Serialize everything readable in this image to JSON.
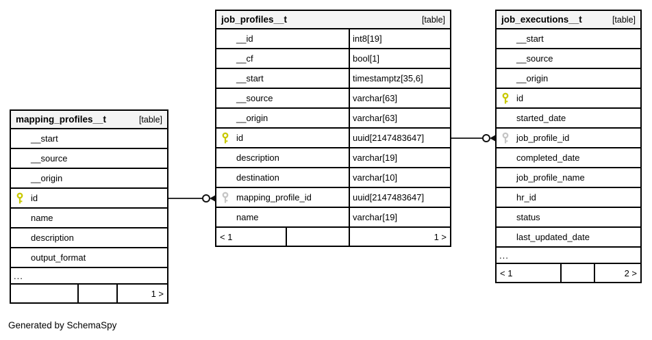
{
  "page": {
    "generated_by": "Generated by SchemaSpy"
  },
  "colors": {
    "primary_key_icon": "#c9c900",
    "foreign_key_icon": "#c6c6c6",
    "header_background": "#f4f4f4",
    "border": "#000000",
    "connector": "#2d2d2d"
  },
  "tables": [
    {
      "name": "mapping_profiles__t",
      "badge": "[table]",
      "columns": [
        {
          "name": "__start"
        },
        {
          "name": "__source"
        },
        {
          "name": "__origin"
        },
        {
          "name": "id",
          "key": "primary"
        },
        {
          "name": "name"
        },
        {
          "name": "description"
        },
        {
          "name": "output_format"
        }
      ],
      "ellipsis": "...",
      "pager": {
        "left": "",
        "middle": "",
        "right": "1 >"
      }
    },
    {
      "name": "job_profiles__t",
      "badge": "[table]",
      "columns": [
        {
          "name": "__id",
          "type": "int8[19]"
        },
        {
          "name": "__cf",
          "type": "bool[1]"
        },
        {
          "name": "__start",
          "type": "timestamptz[35,6]"
        },
        {
          "name": "__source",
          "type": "varchar[63]"
        },
        {
          "name": "__origin",
          "type": "varchar[63]"
        },
        {
          "name": "id",
          "type": "uuid[2147483647]",
          "key": "primary"
        },
        {
          "name": "description",
          "type": "varchar[19]"
        },
        {
          "name": "destination",
          "type": "varchar[10]"
        },
        {
          "name": "mapping_profile_id",
          "type": "uuid[2147483647]",
          "key": "foreign"
        },
        {
          "name": "name",
          "type": "varchar[19]"
        }
      ],
      "pager": {
        "left": "< 1",
        "middle": "",
        "right": "1 >"
      }
    },
    {
      "name": "job_executions__t",
      "badge": "[table]",
      "columns": [
        {
          "name": "__start"
        },
        {
          "name": "__source"
        },
        {
          "name": "__origin"
        },
        {
          "name": "id",
          "key": "primary"
        },
        {
          "name": "started_date"
        },
        {
          "name": "job_profile_id",
          "key": "foreign"
        },
        {
          "name": "completed_date"
        },
        {
          "name": "job_profile_name"
        },
        {
          "name": "hr_id"
        },
        {
          "name": "status"
        },
        {
          "name": "last_updated_date"
        }
      ],
      "ellipsis": "...",
      "pager": {
        "left": "< 1",
        "middle": "",
        "right": "2 >"
      }
    }
  ],
  "relationships": [
    {
      "from": "mapping_profiles__t.id",
      "to": "job_profiles__t.mapping_profile_id"
    },
    {
      "from": "job_profiles__t.id",
      "to": "job_executions__t.job_profile_id"
    }
  ]
}
